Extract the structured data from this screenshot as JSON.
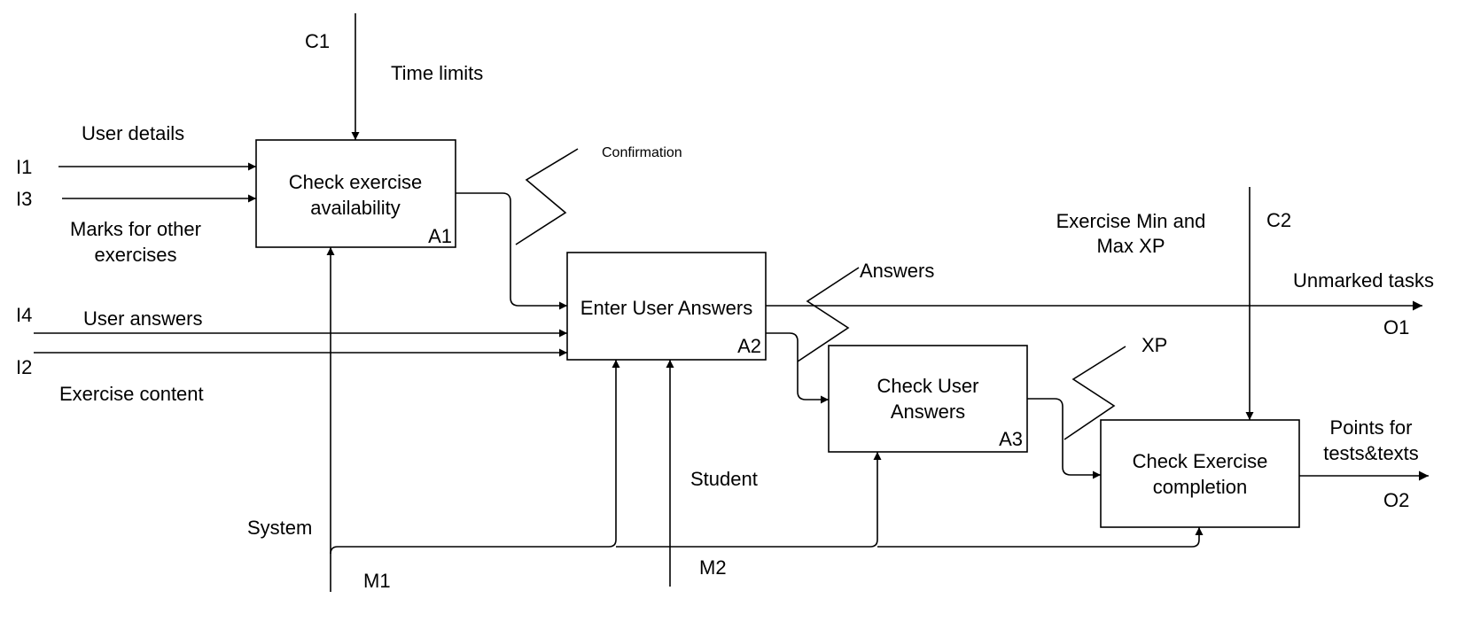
{
  "boxes": {
    "a1": {
      "line1": "Check exercise",
      "line2": "availability",
      "id": "A1"
    },
    "a2": {
      "line1": "Enter User Answers",
      "id": "A2"
    },
    "a3": {
      "line1": "Check User",
      "line2": "Answers",
      "id": "A3"
    },
    "a4": {
      "line1": "Check Exercise",
      "line2": "completion"
    }
  },
  "inputs": {
    "i1": {
      "code": "I1",
      "label": "User details"
    },
    "i3": {
      "code": "I3",
      "label_line1": "Marks for other",
      "label_line2": "exercises"
    },
    "i4": {
      "code": "I4",
      "label": "User answers"
    },
    "i2": {
      "code": "I2",
      "label": "Exercise content"
    }
  },
  "controls": {
    "c1": {
      "code": "C1",
      "label": "Time limits"
    },
    "c2": {
      "code": "C2",
      "label_line1": "Exercise Min and",
      "label_line2": "Max XP"
    }
  },
  "outputs": {
    "o1": {
      "code": "O1",
      "label": "Unmarked tasks"
    },
    "o2": {
      "code": "O2",
      "label_line1": "Points for",
      "label_line2": "tests&texts"
    }
  },
  "mechanisms": {
    "m1": {
      "code": "M1",
      "label": "System"
    },
    "m2": {
      "code": "M2",
      "label": "Student"
    }
  },
  "flows": {
    "confirmation": "Confirmation",
    "answers": "Answers",
    "xp": "XP"
  }
}
